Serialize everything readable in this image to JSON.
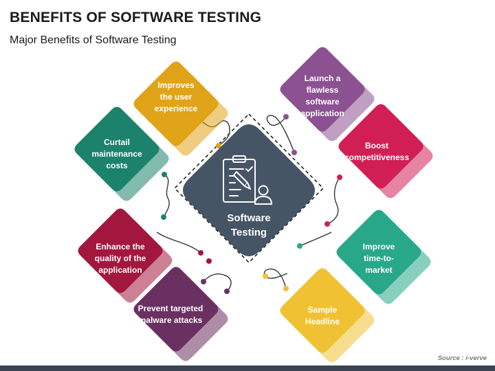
{
  "header": {
    "title": "BENEFITS OF SOFTWARE TESTING",
    "subtitle": "Major Benefits of Software Testing"
  },
  "center": {
    "label": "Software\nTesting",
    "icon": "clipboard-checklist-pencil-user-icon",
    "color": "#465565"
  },
  "benefits": [
    {
      "label": "Improves\nthe user\nexperience",
      "color": "#E1A418"
    },
    {
      "label": "Curtail\nmaintenance\ncosts",
      "color": "#1D826C"
    },
    {
      "label": "Enhance the\nquality of the\napplication",
      "color": "#A3173F"
    },
    {
      "label": "Prevent targeted\nmalware attacks",
      "color": "#6B3062"
    },
    {
      "label": "Launch a\nflawless\nsoftware\napplication",
      "color": "#8C5191"
    },
    {
      "label": "Boost\ncompetitiveness",
      "color": "#D11F56"
    },
    {
      "label": "Improve\ntime-to-\nmarket",
      "color": "#28A889"
    },
    {
      "label": "Sample\nHeadline",
      "color": "#F0C233"
    }
  ],
  "footer": {
    "source": "Source : i-verve",
    "bar_color": "#3A4452"
  }
}
